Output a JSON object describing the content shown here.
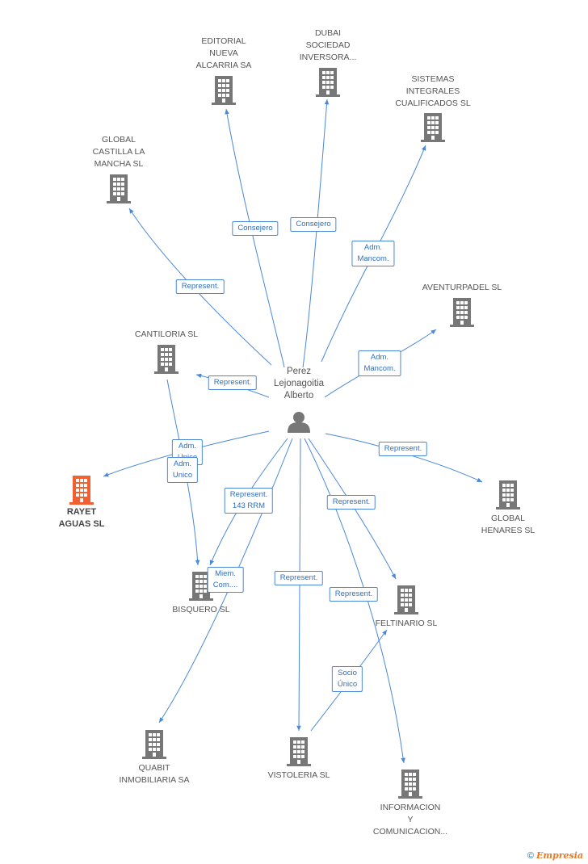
{
  "center": {
    "label": "Perez\nLejonagoitia\nAlberto",
    "icon": "person-icon"
  },
  "nodes": [
    {
      "id": "editorial",
      "label": "EDITORIAL\nNUEVA\nALCARRIA SA",
      "icon": "building-icon",
      "highlight": false
    },
    {
      "id": "dubai",
      "label": "DUBAI\nSOCIEDAD\nINVERSORA...",
      "icon": "building-icon",
      "highlight": false
    },
    {
      "id": "sistemas",
      "label": "SISTEMAS\nINTEGRALES\nCUALIFICADOS SL",
      "icon": "building-icon",
      "highlight": false
    },
    {
      "id": "global_castilla",
      "label": "GLOBAL\nCASTILLA LA\nMANCHA SL",
      "icon": "building-icon",
      "highlight": false
    },
    {
      "id": "aventurpadel",
      "label": "AVENTURPADEL SL",
      "icon": "building-icon",
      "highlight": false
    },
    {
      "id": "cantiloria",
      "label": "CANTILORIA SL",
      "icon": "building-icon",
      "highlight": false
    },
    {
      "id": "rayet",
      "label": "RAYET\nAGUAS SL",
      "icon": "building-icon",
      "highlight": true
    },
    {
      "id": "global_henares",
      "label": "GLOBAL\nHENARES SL",
      "icon": "building-icon",
      "highlight": false
    },
    {
      "id": "bisquero",
      "label": "BISQUERO SL",
      "icon": "building-icon",
      "highlight": false
    },
    {
      "id": "feltinario",
      "label": "FELTINARIO SL",
      "icon": "building-icon",
      "highlight": false
    },
    {
      "id": "quabit",
      "label": "QUABIT\nINMOBILIARIA SA",
      "icon": "building-icon",
      "highlight": false
    },
    {
      "id": "vistoleria",
      "label": "VISTOLERIA SL",
      "icon": "building-icon",
      "highlight": false
    },
    {
      "id": "informacion",
      "label": "INFORMACION\nY\nCOMUNICACION...",
      "icon": "building-icon",
      "highlight": false
    }
  ],
  "edges": [
    {
      "from": "center",
      "to": "editorial",
      "label": "Consejero"
    },
    {
      "from": "center",
      "to": "dubai",
      "label": "Consejero"
    },
    {
      "from": "center",
      "to": "sistemas",
      "label": "Adm.\nMancom."
    },
    {
      "from": "center",
      "to": "global_castilla",
      "label": "Represent."
    },
    {
      "from": "center",
      "to": "aventurpadel",
      "label": "Adm.\nMancom."
    },
    {
      "from": "center",
      "to": "cantiloria",
      "label": "Represent."
    },
    {
      "from": "center",
      "to": "rayet",
      "label": "Adm.\nUnico"
    },
    {
      "from": "cantiloria",
      "to": "bisquero",
      "label": "Adm.\nUnico"
    },
    {
      "from": "center",
      "to": "global_henares",
      "label": "Represent."
    },
    {
      "from": "center",
      "to": "bisquero",
      "label": "Represent.\n143 RRM"
    },
    {
      "from": "center",
      "to": "quabit",
      "label": "Miem.\nCom...."
    },
    {
      "from": "center",
      "to": "vistoleria",
      "label": "Represent."
    },
    {
      "from": "center",
      "to": "feltinario",
      "label": "Represent."
    },
    {
      "from": "center",
      "to": "informacion",
      "label": "Represent."
    },
    {
      "from": "vistoleria",
      "to": "feltinario",
      "label": "Socio\nÚnico"
    }
  ],
  "colors": {
    "edge": "#4a88d8",
    "node": "#777777",
    "highlight": "#f06033"
  },
  "credit": {
    "symbol": "©",
    "brand": "Empresia"
  }
}
